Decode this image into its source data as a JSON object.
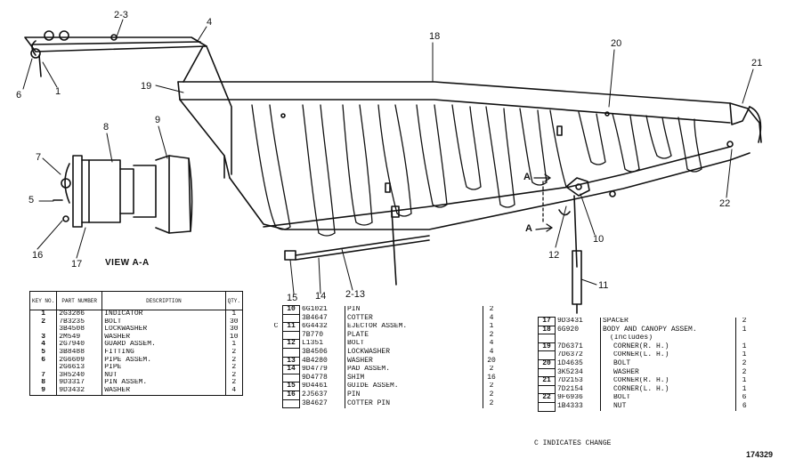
{
  "callouts": [
    "2-3",
    "4",
    "6",
    "1",
    "18",
    "19",
    "20",
    "21",
    "7",
    "8",
    "9",
    "5",
    "16",
    "17",
    "15",
    "14",
    "2-13",
    "12",
    "10",
    "11",
    "22",
    "A",
    "A"
  ],
  "view_caption": "VIEW A-A",
  "table1": {
    "headers": [
      "KEY NO.",
      "PART NUMBER",
      "DESCRIPTION",
      "QTY."
    ],
    "rows": [
      {
        "item": "1",
        "pn": "2G3286",
        "desc": "INDICATOR",
        "qty": "1"
      },
      {
        "item": "2",
        "pn": "7B3235",
        "desc": "BOLT",
        "qty": "30"
      },
      {
        "item": "",
        "pn": "3B4508",
        "desc": "LOCKWASHER",
        "qty": "30"
      },
      {
        "item": "3",
        "pn": "2M549",
        "desc": "WASHER",
        "qty": "10"
      },
      {
        "item": "4",
        "pn": "2G7940",
        "desc": "GUARD ASSEM.",
        "qty": "1"
      },
      {
        "item": "5",
        "pn": "3B8488",
        "desc": "FITTING",
        "qty": "2"
      },
      {
        "item": "6",
        "pn": "2G6609",
        "desc": "PIPE ASSEM.",
        "qty": "2"
      },
      {
        "item": "",
        "pn": "2G6613",
        "desc": "PIPE",
        "qty": "2"
      },
      {
        "item": "7",
        "pn": "3H5240",
        "desc": "NUT",
        "qty": "2"
      },
      {
        "item": "8",
        "pn": "9D3317",
        "desc": "PIN ASSEM.",
        "qty": "2"
      },
      {
        "item": "9",
        "pn": "9D3432",
        "desc": "WASHER",
        "qty": "4"
      }
    ]
  },
  "table2": {
    "rows": [
      {
        "chg": "",
        "item": "10",
        "pn": "6G1021",
        "desc": "PIN",
        "qty": "2"
      },
      {
        "chg": "",
        "item": "",
        "pn": "3B4647",
        "desc": "COTTER",
        "qty": "4"
      },
      {
        "chg": "C",
        "item": "11",
        "pn": "6G4432",
        "desc": "EJECTOR ASSEM.",
        "qty": "1"
      },
      {
        "chg": "",
        "item": "",
        "pn": "7B770",
        "desc": "PLATE",
        "qty": "2"
      },
      {
        "chg": "",
        "item": "12",
        "pn": "L1351",
        "desc": "BOLT",
        "qty": "4"
      },
      {
        "chg": "",
        "item": "",
        "pn": "3B4506",
        "desc": "LOCKWASHER",
        "qty": "4"
      },
      {
        "chg": "",
        "item": "13",
        "pn": "4B4280",
        "desc": "WASHER",
        "qty": "20"
      },
      {
        "chg": "",
        "item": "14",
        "pn": "9D4779",
        "desc": "PAD ASSEM.",
        "qty": "2"
      },
      {
        "chg": "",
        "item": "",
        "pn": "9D4778",
        "desc": "SHIM",
        "qty": "16"
      },
      {
        "chg": "",
        "item": "15",
        "pn": "9D4461",
        "desc": "GUIDE ASSEM.",
        "qty": "2"
      },
      {
        "chg": "",
        "item": "16",
        "pn": "2J5637",
        "desc": "PIN",
        "qty": "2"
      },
      {
        "chg": "",
        "item": "",
        "pn": "3B4627",
        "desc": "COTTER PIN",
        "qty": "2"
      }
    ]
  },
  "table3": {
    "rows": [
      {
        "item": "17",
        "pn": "9D3431",
        "desc": "SPACER",
        "qty": "2"
      },
      {
        "item": "18",
        "pn": "6G920",
        "desc": "BODY AND CANOPY ASSEM.",
        "qty": "1"
      },
      {
        "item": "",
        "pn": "",
        "desc": "(Includes)",
        "qty": ""
      },
      {
        "item": "19",
        "pn": "7D6371",
        "desc": "CORNER(R. H.)",
        "qty": "1"
      },
      {
        "item": "",
        "pn": "7D6372",
        "desc": "CORNER(L. H.)",
        "qty": "1"
      },
      {
        "item": "20",
        "pn": "1D4635",
        "desc": "BOLT",
        "qty": "2"
      },
      {
        "item": "",
        "pn": "3K5234",
        "desc": "WASHER",
        "qty": "2"
      },
      {
        "item": "21",
        "pn": "7D2153",
        "desc": "CORNER(R. H.)",
        "qty": "1"
      },
      {
        "item": "",
        "pn": "7D2154",
        "desc": "CORNER(L. H.)",
        "qty": "1"
      },
      {
        "item": "22",
        "pn": "9F6936",
        "desc": "BOLT",
        "qty": "6"
      },
      {
        "item": "",
        "pn": "1B4333",
        "desc": "NUT",
        "qty": "6"
      }
    ]
  },
  "footnote": "C INDICATES CHANGE",
  "doc_number": "174329"
}
